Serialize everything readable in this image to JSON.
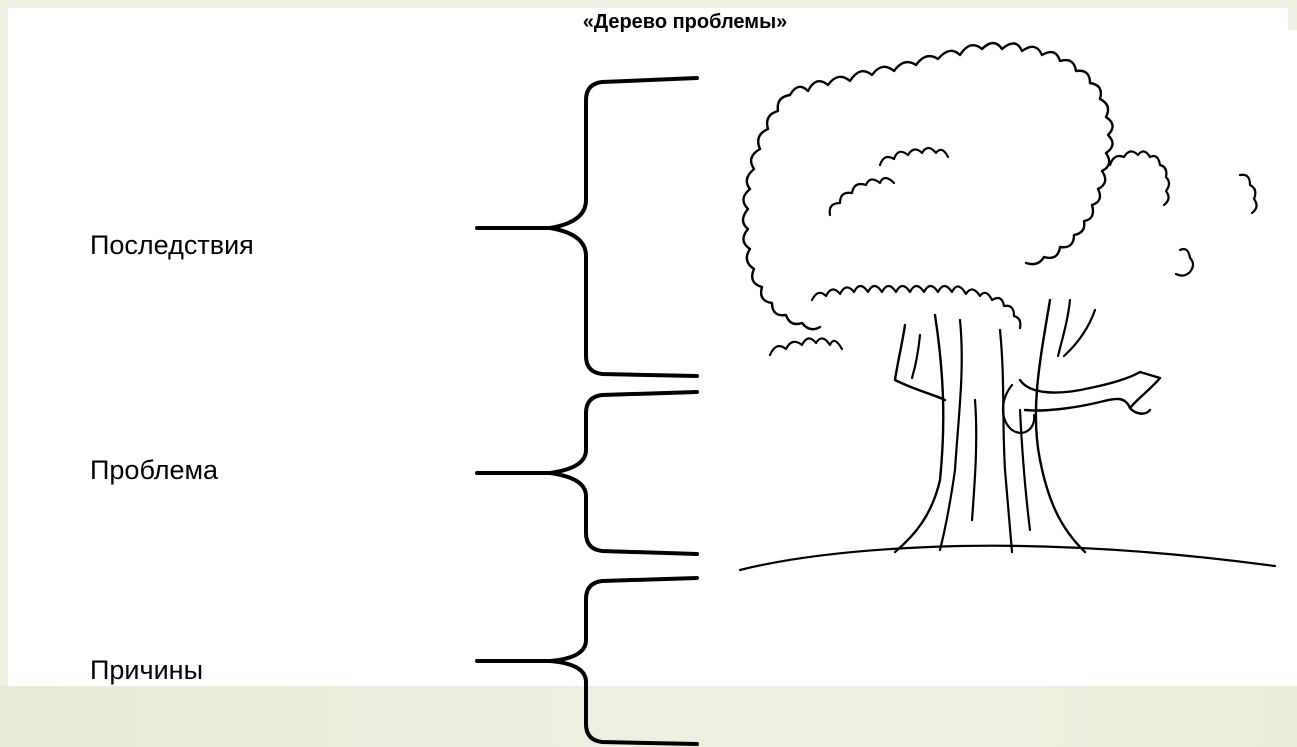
{
  "slide": {
    "title": "«Дерево проблемы»",
    "labels": {
      "consequences": "Последствия",
      "problem": "Проблема",
      "causes": "Причины"
    }
  },
  "colors": {
    "background": "#eef1e2",
    "slide": "#ffffff",
    "ink": "#000000"
  },
  "icons": [
    "tree-illustration",
    "curly-brace"
  ]
}
